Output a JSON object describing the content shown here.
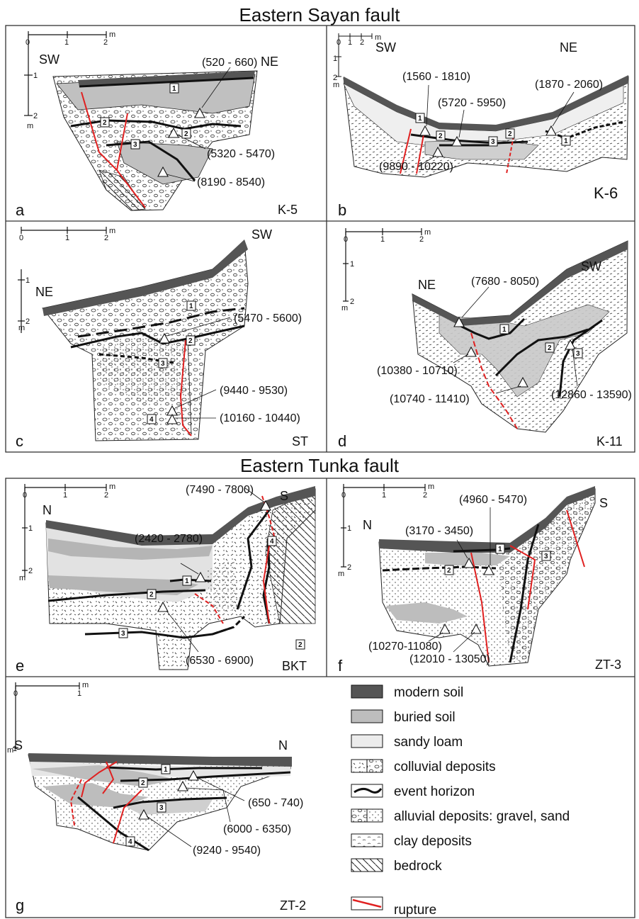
{
  "titles": {
    "top": "Eastern Sayan fault",
    "middle": "Eastern Tunka fault"
  },
  "scale": {
    "unit": "m",
    "ticks": [
      "0",
      "1",
      "2"
    ],
    "v1": "1",
    "v2": "2",
    "g_ticks": [
      "0",
      "1"
    ]
  },
  "panels": {
    "a": {
      "letter": "a",
      "site": "K-5",
      "dir_left": "SW",
      "dir_right": "NE",
      "dates": [
        "(520 - 660)",
        "(5320 - 5470)",
        "(8190 - 8540)"
      ],
      "events": [
        "1",
        "2",
        "2",
        "3"
      ]
    },
    "b": {
      "letter": "b",
      "site": "K-6",
      "dir_left": "SW",
      "dir_right": "NE",
      "dates": [
        "(1560 - 1810)",
        "(1870 - 2060)",
        "(5720 - 5950)",
        "(9890 - 10220)"
      ],
      "events": [
        "1",
        "2",
        "3",
        "2",
        "1"
      ]
    },
    "c": {
      "letter": "c",
      "site": "ST",
      "dir_left": "NE",
      "dir_right": "SW",
      "dates": [
        "(5470 - 5600)",
        "(9440 - 9530)",
        "(10160 - 10440)"
      ],
      "events": [
        "1",
        "2",
        "3",
        "4"
      ]
    },
    "d": {
      "letter": "d",
      "site": "K-11",
      "dir_left": "NE",
      "dir_right": "SW",
      "dates": [
        "(7680 - 8050)",
        "(10380 - 10710)",
        "(10740 - 11410)",
        "(12860 - 13590)"
      ],
      "events": [
        "1",
        "2",
        "3"
      ]
    },
    "e": {
      "letter": "e",
      "site": "BKT",
      "dir_left": "N",
      "dir_right": "S",
      "dates": [
        "(7490 - 7800)",
        "(2420 - 2780)",
        "(6530 - 6900)"
      ],
      "events": [
        "1",
        "2",
        "3",
        "4",
        "2"
      ]
    },
    "f": {
      "letter": "f",
      "site": "ZT-3",
      "dir_left": "N",
      "dir_right": "S",
      "dates": [
        "(4960 - 5470)",
        "(3170 - 3450)",
        "(10270-11080)",
        "(12010 - 13050)"
      ],
      "events": [
        "1",
        "2",
        "3"
      ]
    },
    "g": {
      "letter": "g",
      "site": "ZT-2",
      "dir_left": "S",
      "dir_right": "N",
      "dates": [
        "(650 - 740)",
        "(6000 - 6350)",
        "(9240 - 9540)"
      ],
      "events": [
        "1",
        "2",
        "3",
        "4"
      ]
    }
  },
  "legend": {
    "items": [
      {
        "label": "modern soil",
        "swatch": "modern-soil",
        "color": "#555555"
      },
      {
        "label": "buried soil",
        "swatch": "buried-soil",
        "color": "#bdbdbd"
      },
      {
        "label": "sandy loam",
        "swatch": "sandy-loam",
        "color": "#ececec"
      },
      {
        "label": "colluvial deposits",
        "swatch": "colluvial"
      },
      {
        "label": "event horizon",
        "swatch": "event-horizon"
      },
      {
        "label": "alluvial deposits: gravel, sand",
        "swatch": "alluvial"
      },
      {
        "label": "clay deposits",
        "swatch": "clay"
      },
      {
        "label": "bedrock",
        "swatch": "bedrock"
      },
      {
        "label": "rupture",
        "swatch": "rupture",
        "color": "#e02020"
      }
    ]
  }
}
